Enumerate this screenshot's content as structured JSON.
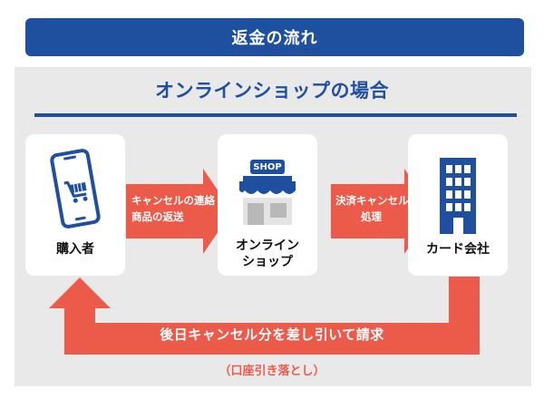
{
  "header": {
    "title": "返金の流れ"
  },
  "section": {
    "title": "オンラインショップの場合"
  },
  "nodes": {
    "buyer": {
      "label": "購入者",
      "icon": "smartphone-cart-icon"
    },
    "shop": {
      "label_line1": "オンライン",
      "label_line2": "ショップ",
      "icon": "shop-storefront-icon",
      "sign": "SHOP"
    },
    "card_company": {
      "label": "カード会社",
      "icon": "office-building-icon"
    }
  },
  "arrows": {
    "buyer_to_shop": {
      "line1": "キャンセルの連絡",
      "line2": "商品の返送"
    },
    "shop_to_card": {
      "line1": "決済キャンセル",
      "line2": "処理"
    },
    "card_to_buyer": {
      "text": "後日キャンセル分を差し引いて請求",
      "note": "（口座引き落とし）"
    }
  },
  "colors": {
    "primary_blue": "#1f4f9f",
    "arrow_red": "#ec5a4a",
    "panel_gray": "#e9e9e9"
  }
}
